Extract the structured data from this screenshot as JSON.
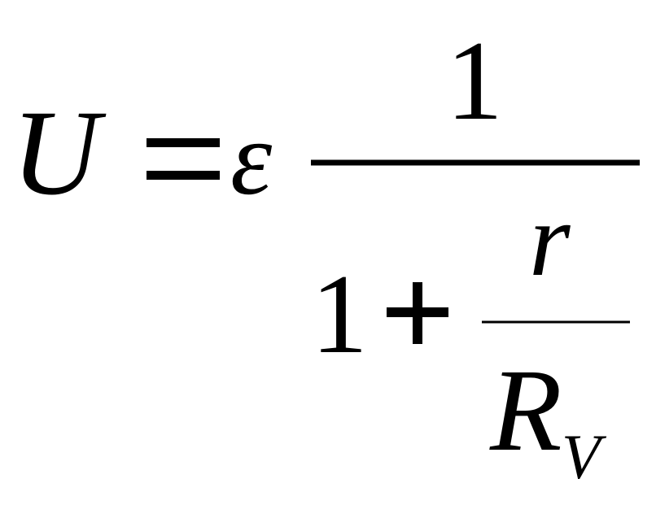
{
  "formula": {
    "lhs": "U",
    "equals": "=",
    "coefficient": "ε",
    "numerator": "1",
    "denominator": {
      "one": "1",
      "plus": "+",
      "inner_numerator": "r",
      "inner_denominator_base": "R",
      "inner_denominator_subscript": "V"
    }
  },
  "colors": {
    "ink": "#000000",
    "background": "#ffffff"
  }
}
